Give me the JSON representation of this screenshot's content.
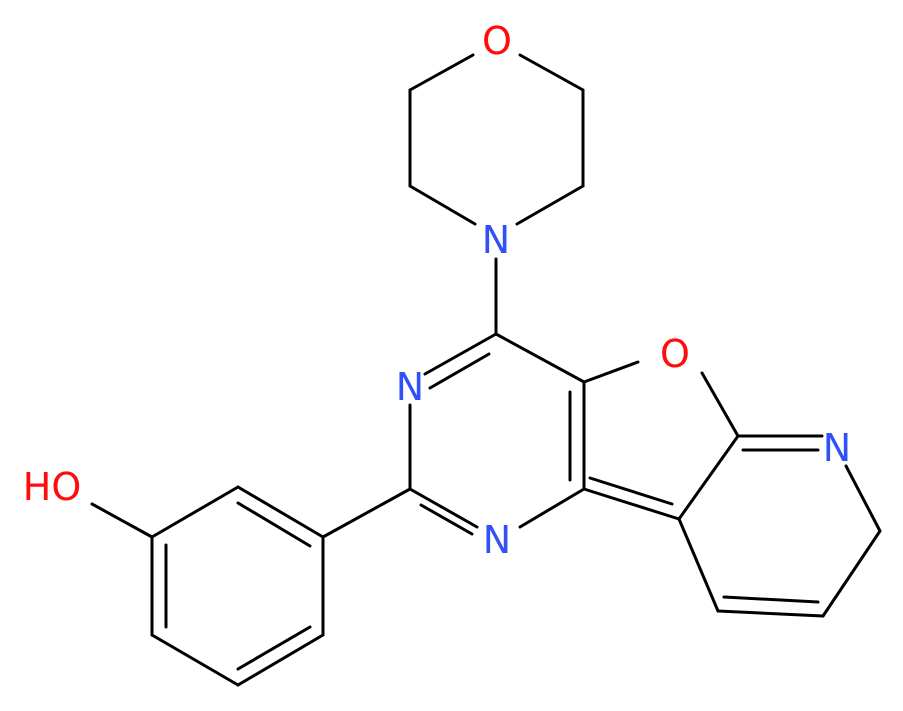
{
  "molecule": {
    "atoms": {
      "O_morpholine": {
        "symbol": "O",
        "color": "#ff0d0d"
      },
      "N_morpholine": {
        "symbol": "N",
        "color": "#3050f8"
      },
      "N_pyrimidine_3": {
        "symbol": "N",
        "color": "#3050f8"
      },
      "N_pyrimidine_1": {
        "symbol": "N",
        "color": "#3050f8"
      },
      "O_furan": {
        "symbol": "O",
        "color": "#ff0d0d"
      },
      "N_pyridine": {
        "symbol": "N",
        "color": "#3050f8"
      },
      "O_hydroxyl": {
        "symbol": "HO",
        "color": "#ff0d0d"
      }
    }
  }
}
